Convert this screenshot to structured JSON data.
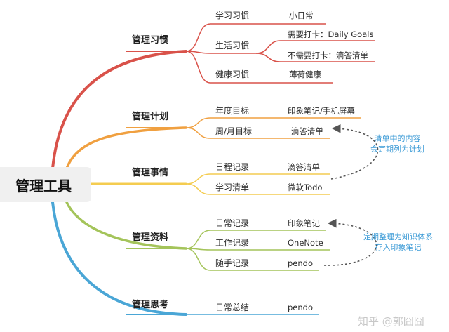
{
  "root": {
    "label": "管理工具"
  },
  "colors": {
    "habits": "#d9524a",
    "plans": "#f0a040",
    "tasks": "#f4cc50",
    "materials": "#a4c45a",
    "thinking": "#4aa6d6",
    "note": "#3a9ad6"
  },
  "branches": [
    {
      "label": "管理习惯",
      "children": [
        {
          "label": "学习习惯",
          "leaves": [
            "小日常"
          ]
        },
        {
          "label": "生活习惯",
          "leaves": [
            "需要打卡：Daily Goals",
            "不需要打卡：滴答清单"
          ]
        },
        {
          "label": "健康习惯",
          "leaves": [
            "薄荷健康"
          ]
        }
      ]
    },
    {
      "label": "管理计划",
      "children": [
        {
          "label": "年度目标",
          "leaves": [
            "印象笔记/手机屏幕"
          ]
        },
        {
          "label": "周/月目标",
          "leaves": [
            "滴答清单"
          ]
        }
      ]
    },
    {
      "label": "管理事情",
      "children": [
        {
          "label": "日程记录",
          "leaves": [
            "滴答清单"
          ]
        },
        {
          "label": "学习清单",
          "leaves": [
            "微软Todo"
          ]
        }
      ]
    },
    {
      "label": "管理资料",
      "children": [
        {
          "label": "日常记录",
          "leaves": [
            "印象笔记"
          ]
        },
        {
          "label": "工作记录",
          "leaves": [
            "OneNote"
          ]
        },
        {
          "label": "随手记录",
          "leaves": [
            "pendo"
          ]
        }
      ]
    },
    {
      "label": "管理思考",
      "children": [
        {
          "label": "日常总结",
          "leaves": [
            "pendo"
          ]
        }
      ]
    }
  ],
  "notes": [
    {
      "line1": "清单中的内容",
      "line2": "会定期列为计划"
    },
    {
      "line1": "定期整理为知识体系",
      "line2": "存入印象笔记"
    }
  ],
  "watermark": "知乎 @郭囧囧"
}
